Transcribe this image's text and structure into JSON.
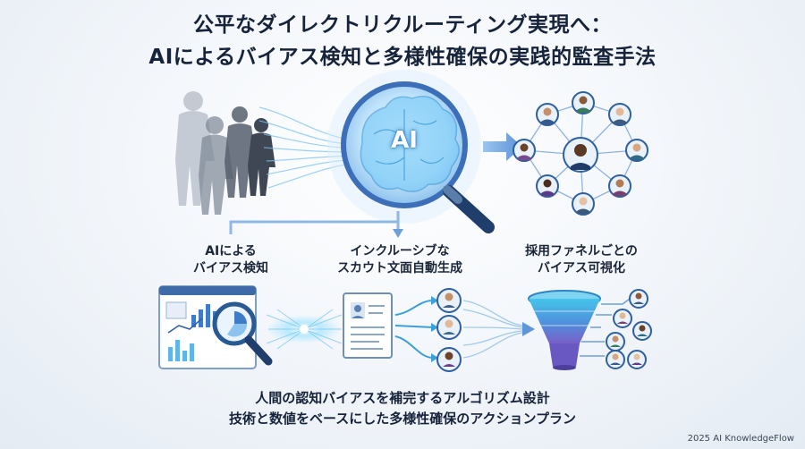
{
  "title": {
    "line1": "公平なダイレクトリクルーティング実現へ：",
    "line2": "AIによるバイアス検知と多様性確保の実践的監査手法"
  },
  "hero": {
    "badge": "AI"
  },
  "features": [
    {
      "line1": "AIによる",
      "line2": "バイアス検知"
    },
    {
      "line1": "インクルーシブな",
      "line2": "スカウト文面自動生成"
    },
    {
      "line1": "採用ファネルごとの",
      "line2": "バイアス可視化"
    }
  ],
  "footer": {
    "line1": "人間の認知バイアスを補完するアルゴリズム設計",
    "line2": "技術と数値をベースにした多様性確保のアクションプラン"
  },
  "credit": "2025 AI KnowledgeFlow",
  "colors": {
    "accent": "#4d8fd6",
    "dark": "#16233a",
    "brain": "#6fc7f7",
    "funnel_top": "#45c4ea",
    "funnel_bottom": "#7a5fc9"
  }
}
